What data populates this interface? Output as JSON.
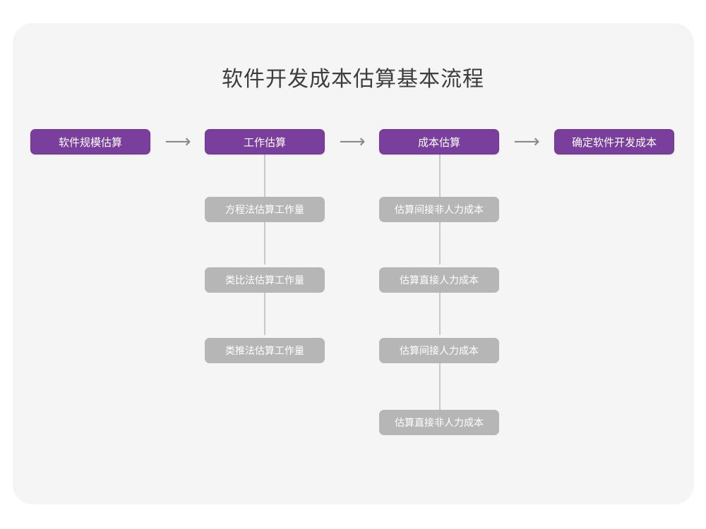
{
  "diagram": {
    "title": "软件开发成本估算基本流程",
    "type": "flowchart",
    "background_color": "#f5f5f5",
    "stage_color": "#7a3f9c",
    "substep_color": "#b6b6b6",
    "connector_color": "#c9c9c9",
    "arrow_glyph": "⟶",
    "stages": [
      {
        "id": "stage-1",
        "label": "软件规模估算",
        "substeps": []
      },
      {
        "id": "stage-2",
        "label": "工作估算",
        "substeps": [
          {
            "id": "substep-2-1",
            "label": "方程法估算工作量"
          },
          {
            "id": "substep-2-2",
            "label": "类比法估算工作量"
          },
          {
            "id": "substep-2-3",
            "label": "类推法估算工作量"
          }
        ]
      },
      {
        "id": "stage-3",
        "label": "成本估算",
        "substeps": [
          {
            "id": "substep-3-1",
            "label": "估算间接非人力成本"
          },
          {
            "id": "substep-3-2",
            "label": "估算直接人力成本"
          },
          {
            "id": "substep-3-3",
            "label": "估算间接人力成本"
          },
          {
            "id": "substep-3-4",
            "label": "估算直接非人力成本"
          }
        ]
      },
      {
        "id": "stage-4",
        "label": "确定软件开发成本",
        "substeps": []
      }
    ],
    "arrows": [
      {
        "id": "arrow-1",
        "glyph": "⟶",
        "from": "stage-1",
        "to": "stage-2"
      },
      {
        "id": "arrow-2",
        "glyph": "⟶",
        "from": "stage-2",
        "to": "stage-3"
      },
      {
        "id": "arrow-3",
        "glyph": "⟶",
        "from": "stage-3",
        "to": "stage-4"
      }
    ]
  }
}
